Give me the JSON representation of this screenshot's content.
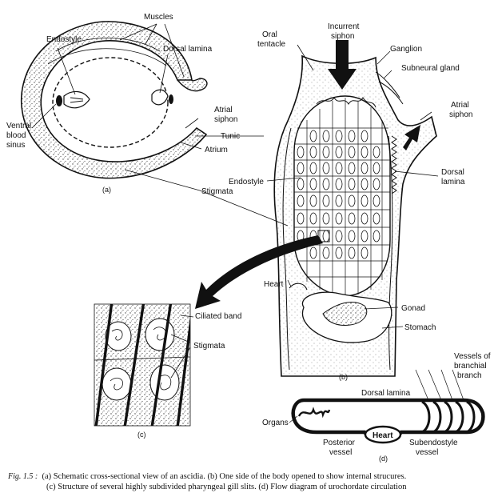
{
  "panel_a": {
    "labels": {
      "muscles": "Muscles",
      "endostyle": "Endostyle",
      "dorsal_lamina": "Dorsal lamina",
      "atrial_siphon_l1": "Atrial",
      "atrial_siphon_l2": "siphon",
      "ventral_l1": "Ventral",
      "ventral_l2": "blood",
      "ventral_l3": "sinus",
      "tunic": "Tunic",
      "atrium": "Atrium",
      "stigmata": "Stigmata"
    },
    "tag": "(a)"
  },
  "panel_b": {
    "labels": {
      "oral_l1": "Oral",
      "oral_l2": "tentacle",
      "incurrent_l1": "Incurrent",
      "incurrent_l2": "siphon",
      "ganglion": "Ganglion",
      "subneural": "Subneural gland",
      "atrial_l1": "Atrial",
      "atrial_l2": "siphon",
      "endostyle": "Endostyle",
      "dorsal_l1": "Dorsal",
      "dorsal_l2": "lamina",
      "heart": "Heart",
      "gonad": "Gonad",
      "stomach": "Stomach"
    },
    "tag": "(b)"
  },
  "panel_c": {
    "labels": {
      "ciliated": "Ciliated band",
      "stigmata": "Stigmata"
    },
    "tag": "(c)"
  },
  "panel_d": {
    "labels": {
      "vessels_l1": "Vessels of",
      "vessels_l2": "branchial",
      "vessels_l3": "branch",
      "dorsal": "Dorsal lamina",
      "organs": "Organs",
      "heart": "Heart",
      "posterior_l1": "Posterior",
      "posterior_l2": "vessel",
      "subendostyle_l1": "Subendostyle",
      "subendostyle_l2": "vessel"
    },
    "tag": "(d)"
  },
  "caption": {
    "fig_no": "Fig. 1.5 :",
    "line1": "(a) Schematic cross-sectional view of an ascidia. (b) One side of the body opened to show internal strucures.",
    "line2": "(c) Structure of several highly subdivided pharyngeal gill slits. (d) Flow diagram of urochordate circulation"
  }
}
